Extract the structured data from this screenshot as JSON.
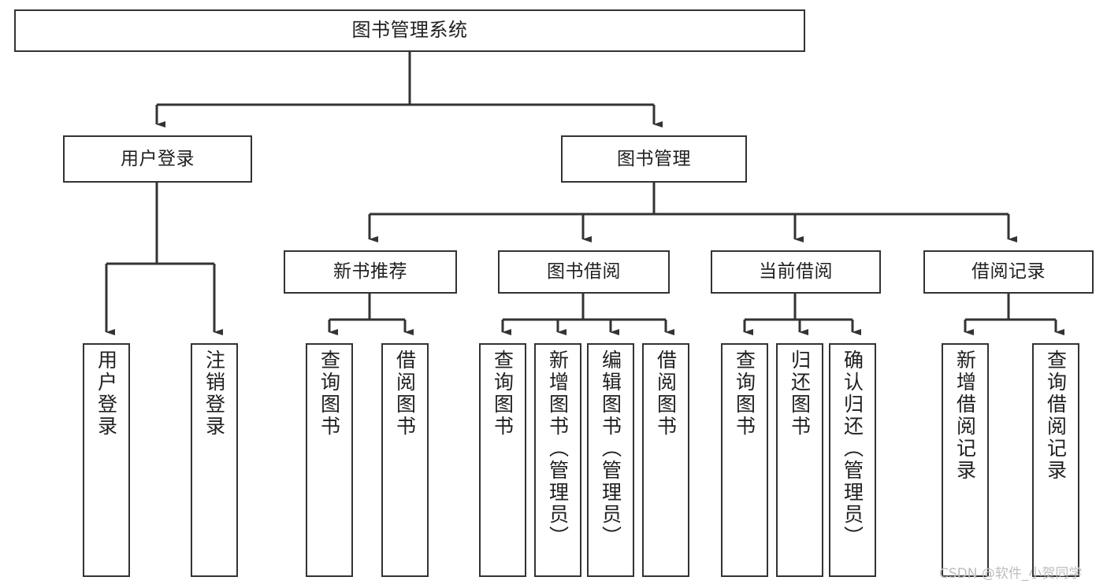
{
  "diagram": {
    "type": "tree",
    "title": "图书管理系统",
    "orientation": "top-down",
    "colors": {
      "background": "#ffffff",
      "box_border": "#333333",
      "box_fill": "#ffffff",
      "edge": "#333333",
      "text": "#1f1f1f",
      "watermark": "#bdbdbd"
    },
    "nodes": {
      "root": {
        "label": "图书管理系统"
      },
      "level2": [
        {
          "label": "用户登录"
        },
        {
          "label": "图书管理"
        }
      ],
      "level3": [
        {
          "label": "新书推荐"
        },
        {
          "label": "图书借阅"
        },
        {
          "label": "当前借阅"
        },
        {
          "label": "借阅记录"
        }
      ],
      "leaves": {
        "user_login": [
          {
            "label": "用户登录"
          },
          {
            "label": "注销登录"
          }
        ],
        "new_book_recommend": [
          {
            "label": "查询图书"
          },
          {
            "label": "借阅图书"
          }
        ],
        "book_borrow": [
          {
            "label": "查询图书"
          },
          {
            "label": "新增图书（管理员）"
          },
          {
            "label": "编辑图书（管理员）"
          },
          {
            "label": "借阅图书"
          }
        ],
        "current_borrow": [
          {
            "label": "查询图书"
          },
          {
            "label": "归还图书"
          },
          {
            "label": "确认归还（管理员）"
          }
        ],
        "borrow_record": [
          {
            "label": "新增借阅记录"
          },
          {
            "label": "查询借阅记录"
          }
        ]
      }
    },
    "watermark": {
      "text": "CSDN @软件_小贺同学"
    }
  }
}
